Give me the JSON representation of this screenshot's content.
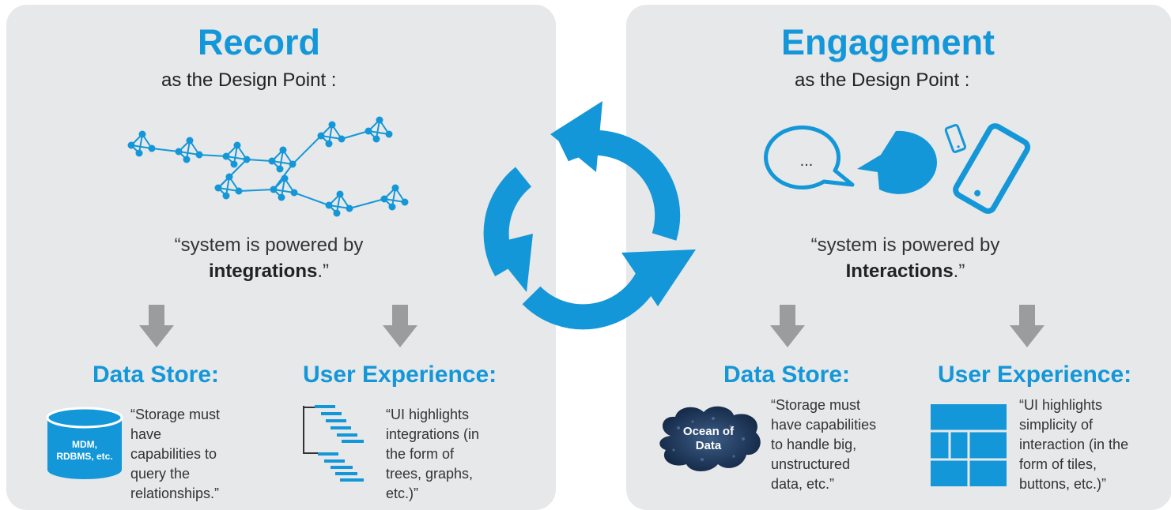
{
  "colors": {
    "accent": "#1497d8",
    "panel": "#e6e8e9",
    "arrow_gray": "#9a9c9e"
  },
  "left": {
    "title": "Record",
    "subtitle": "as the Design Point :",
    "quote_line1": "“system is powered by",
    "quote_bold": "integrations",
    "quote_end": ".”",
    "data_store": {
      "heading": "Data Store:",
      "icon_label_1": "MDM,",
      "icon_label_2": "RDBMS, etc.",
      "lines": [
        "“Storage must",
        "have",
        "capabilities to",
        "query the",
        "relationships.”"
      ]
    },
    "user_experience": {
      "heading": "User Experience:",
      "lines": [
        "“UI highlights",
        "integrations (in",
        "the form of",
        "trees, graphs,",
        "etc.)”"
      ]
    }
  },
  "right": {
    "title": "Engagement",
    "subtitle": "as the Design Point :",
    "quote_line1": "“system is powered by",
    "quote_bold": "Interactions",
    "quote_end": ".”",
    "bubble_text": "...",
    "data_store": {
      "heading": "Data Store:",
      "icon_label_1": "Ocean of",
      "icon_label_2": "Data",
      "lines": [
        "“Storage must",
        "have capabilities",
        "to handle big,",
        "unstructured",
        "data, etc.”"
      ]
    },
    "user_experience": {
      "heading": "User Experience:",
      "lines": [
        "“UI highlights",
        "simplicity of",
        "interaction (in the",
        "form of tiles,",
        "buttons, etc.)”"
      ]
    }
  }
}
